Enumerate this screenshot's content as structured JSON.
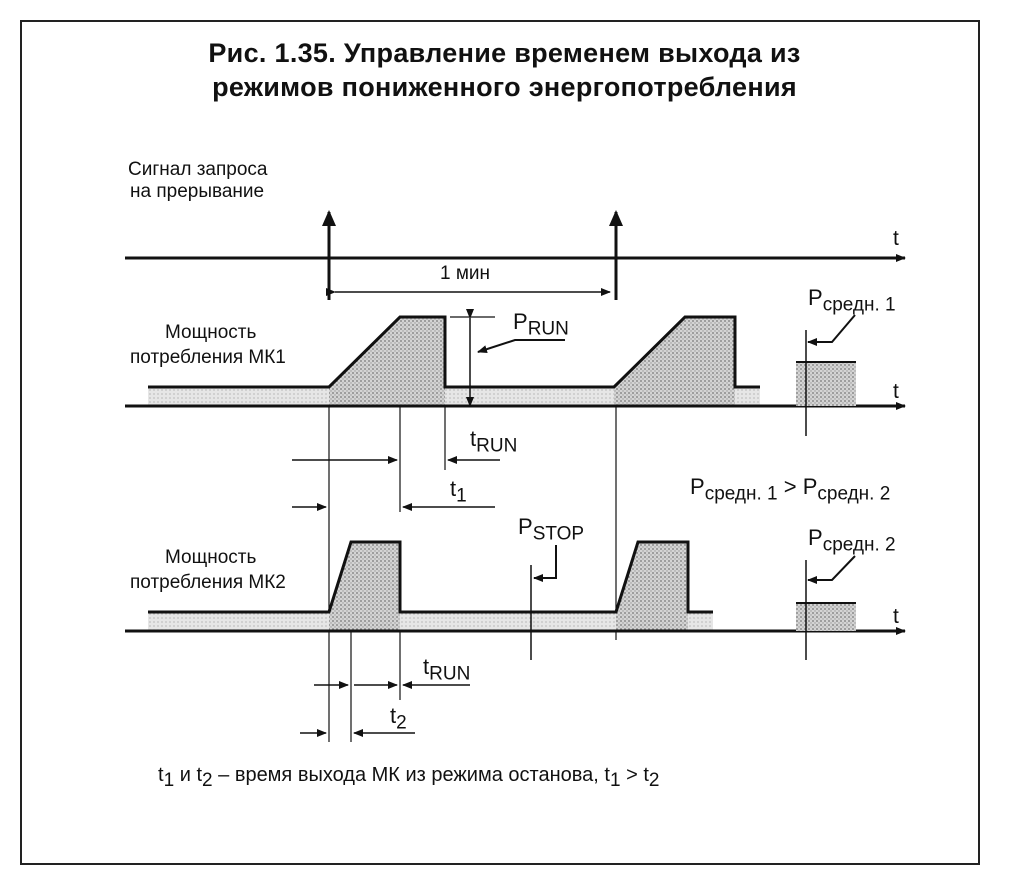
{
  "title": {
    "line1": "Рис. 1.35. Управление временем выхода из",
    "line2": "режимов пониженного энергопотребления"
  },
  "labels": {
    "signal_line1": "Сигнал запроса",
    "signal_line2": "на прерывание",
    "axis_t": "t",
    "one_min": "1 мин",
    "power_mk1_line1": "Мощность",
    "power_mk1_line2": "потребления МК1",
    "power_mk2_line1": "Мощность",
    "power_mk2_line2": "потребления МК2",
    "p_run": "P",
    "p_run_sub": "RUN",
    "t_run": "t",
    "t_run_sub": "RUN",
    "t1": "t",
    "t1_sub": "1",
    "t2": "t",
    "t2_sub": "2",
    "p_stop": "P",
    "p_stop_sub": "STOP",
    "p_avg1": "P",
    "p_avg1_sub": "средн. 1",
    "p_avg2": "P",
    "p_avg2_sub": "средн. 2",
    "compare_p1": "P",
    "compare_p1_sub": "средн. 1",
    "compare_gt": " > ",
    "compare_p2": "P",
    "compare_p2_sub": "средн. 2"
  },
  "caption": {
    "t1": "t",
    "t1_sub": "1",
    "and": " и ",
    "t2": "t",
    "t2_sub": "2",
    "text": " – время выхода МК из режима останова, ",
    "t1b": "t",
    "t1b_sub": "1",
    "gt": " > ",
    "t2b": "t",
    "t2b_sub": "2"
  }
}
